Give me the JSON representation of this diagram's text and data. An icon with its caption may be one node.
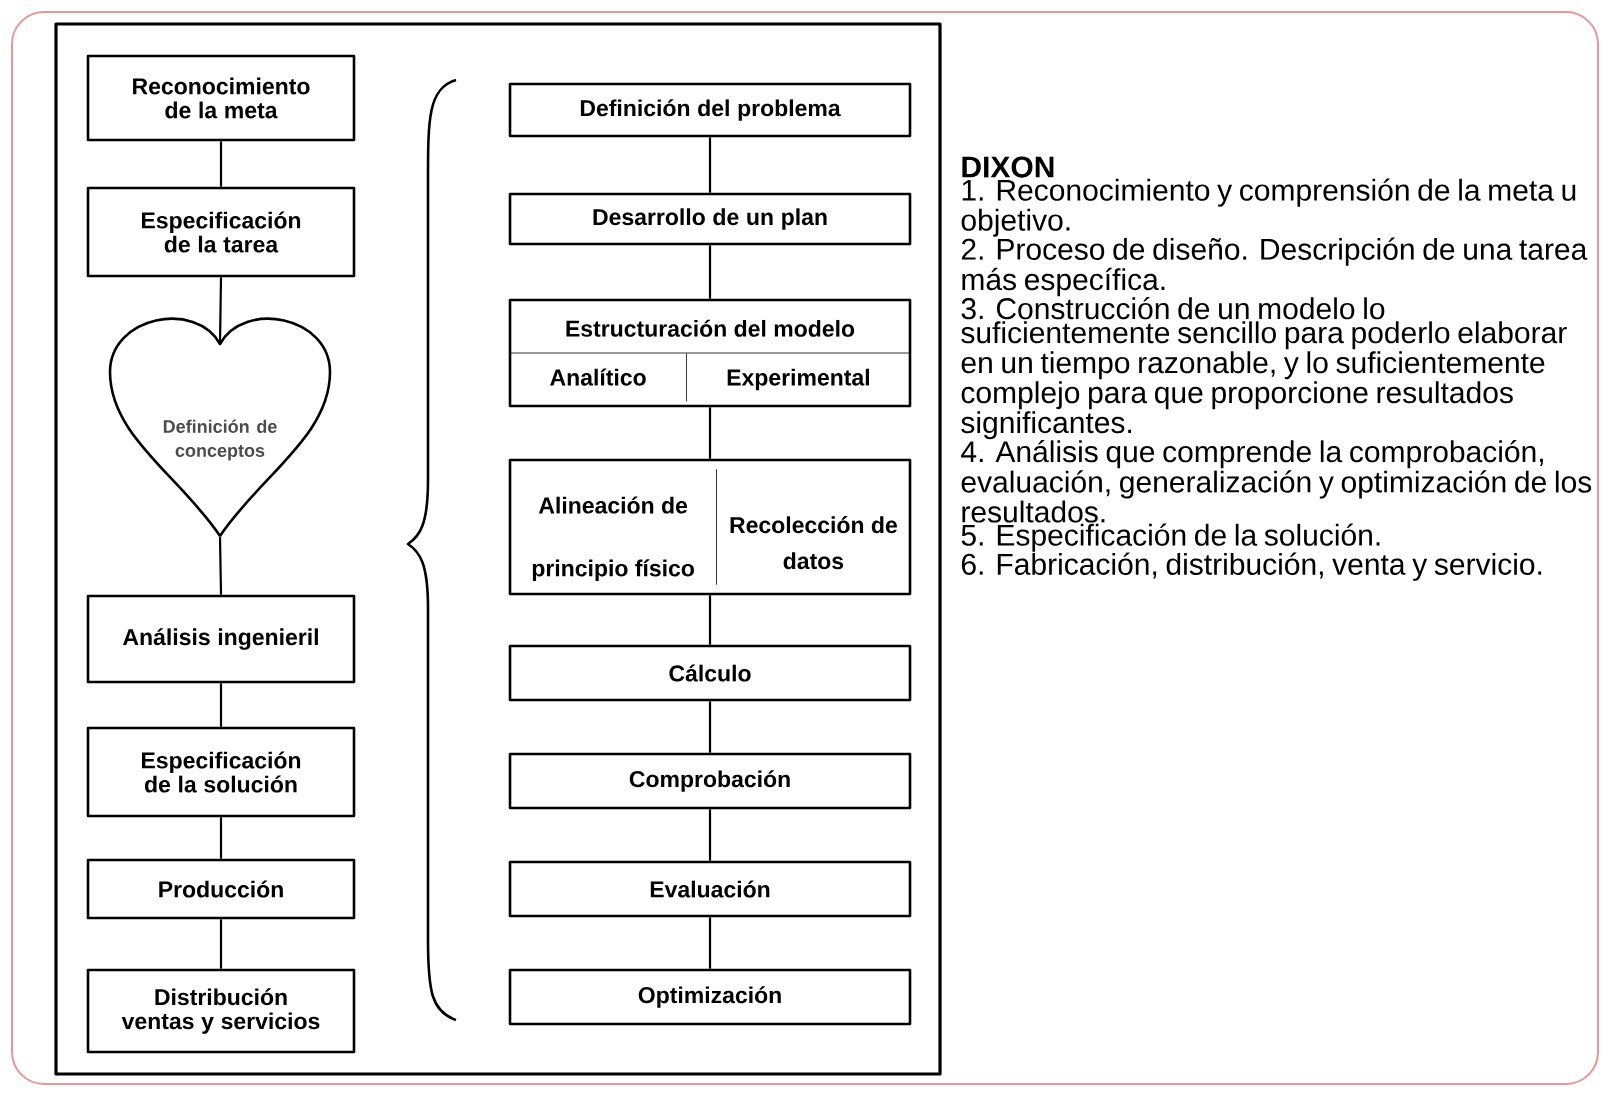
{
  "diagram": {
    "title": "DIXON",
    "nodes": [
      {
        "text": [
          "Reconocimiento de la meta"
        ]
      },
      {
        "text": [
          "Especificación de la tarea"
        ]
      },
      {
        "text": [
          "Definición de conceptos"
        ]
      },
      {
        "text": [
          "Análisis ingenieril"
        ]
      },
      {
        "text": [
          "Especificación de la solución"
        ]
      },
      {
        "text": [
          "Producción"
        ]
      },
      {
        "text": [
          "Distribución ventas y servicios"
        ]
      },
      {
        "text": [
          "Definición del problema"
        ]
      },
      {
        "text": [
          "Desarrollo de un plan"
        ]
      },
      {
        "text": [
          "Estructuración del modelo",
          "Analítico",
          "Experimental"
        ]
      },
      {
        "text": [
          "Alineación de principio físico",
          "Recolección de datos"
        ]
      },
      {
        "text": [
          "Cálculo"
        ]
      },
      {
        "text": [
          "Comprobación"
        ]
      },
      {
        "text": [
          "Evaluación"
        ]
      },
      {
        "text": [
          "Optimización"
        ]
      }
    ],
    "edges": [
      {
        "from": 0,
        "to": 1,
        "arrow": "none"
      },
      {
        "from": 1,
        "to": 2,
        "arrow": "none"
      },
      {
        "from": 2,
        "to": 3,
        "arrow": "none"
      },
      {
        "from": 3,
        "to": 4,
        "arrow": "none"
      },
      {
        "from": 4,
        "to": 5,
        "arrow": "none"
      },
      {
        "from": 5,
        "to": 6,
        "arrow": "none"
      },
      {
        "from": 7,
        "to": 8,
        "arrow": "none"
      },
      {
        "from": 8,
        "to": 9,
        "arrow": "none"
      },
      {
        "from": 9,
        "to": 10,
        "arrow": "none"
      },
      {
        "from": 10,
        "to": 11,
        "arrow": "none"
      },
      {
        "from": 11,
        "to": 12,
        "arrow": "none"
      },
      {
        "from": 12,
        "to": 13,
        "arrow": "none"
      },
      {
        "from": 13,
        "to": 14,
        "arrow": "none"
      }
    ],
    "labels": [
      "1. Reconocimiento y comprensión de la meta u objetivo.",
      "2. Proceso de diseño. Descripción de una tarea más específica.",
      "3. Construcción de un modelo lo suficientemente sencillo para poderlo elaborar en un tiempo razonable, y lo suficientemente complejo para que proporcione resultados significantes.",
      "4. Análisis que comprende la comprobación, evaluación, generalización y optimización de los resultados.",
      "5. Especificación de la solución.",
      "6. Fabricación, distribución, venta y servicio."
    ]
  }
}
